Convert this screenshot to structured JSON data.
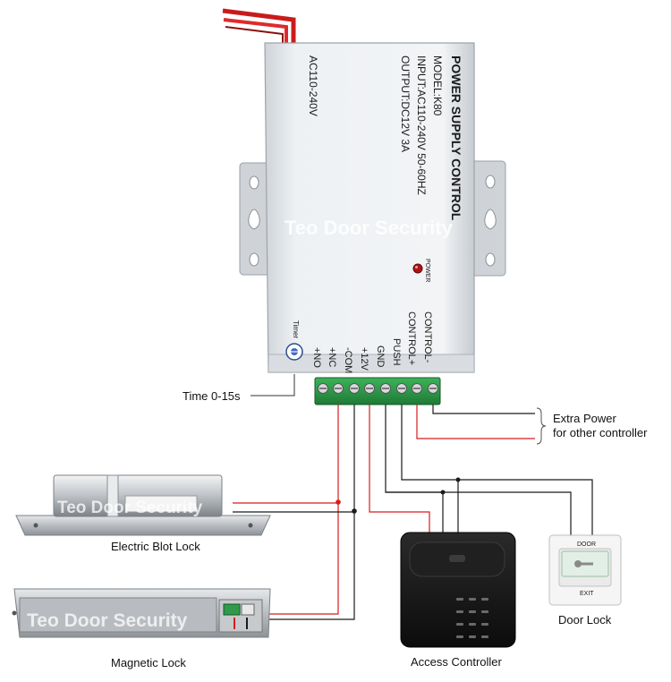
{
  "power_supply": {
    "title": "POWER SUPPLY CONTROL",
    "model": "MODEL:K80",
    "input": "INPUT:AC110-240V  50-60HZ",
    "output": "OUTPUT:DC12V  3A",
    "ac_label": "AC110-240V",
    "power_led_label": "POWER",
    "timer_label": "Timer",
    "terminals": [
      "+NO",
      "+NC",
      "-COM",
      "+12V",
      "GND",
      "PUSH",
      "CONTROL+",
      "CONTROL-"
    ]
  },
  "watermarks": [
    "Teo Door Security",
    "Teo Door Security",
    "Teo Door Security"
  ],
  "labels": {
    "time": "Time 0-15s",
    "extra_power_1": "Extra Power",
    "extra_power_2": "for other controller",
    "electric_bolt_lock": "Electric Blot Lock",
    "magnetic_lock": "Magnetic Lock",
    "access_controller": "Access Controller",
    "door_lock": "Door Lock"
  },
  "door_button": {
    "top": "DOOR",
    "bottom": "EXIT"
  },
  "colors": {
    "wire_red": "#d81c1c",
    "wire_black": "#1a1a1a",
    "terminal_green": "#2f9a4a",
    "housing": "#e9ecef"
  }
}
